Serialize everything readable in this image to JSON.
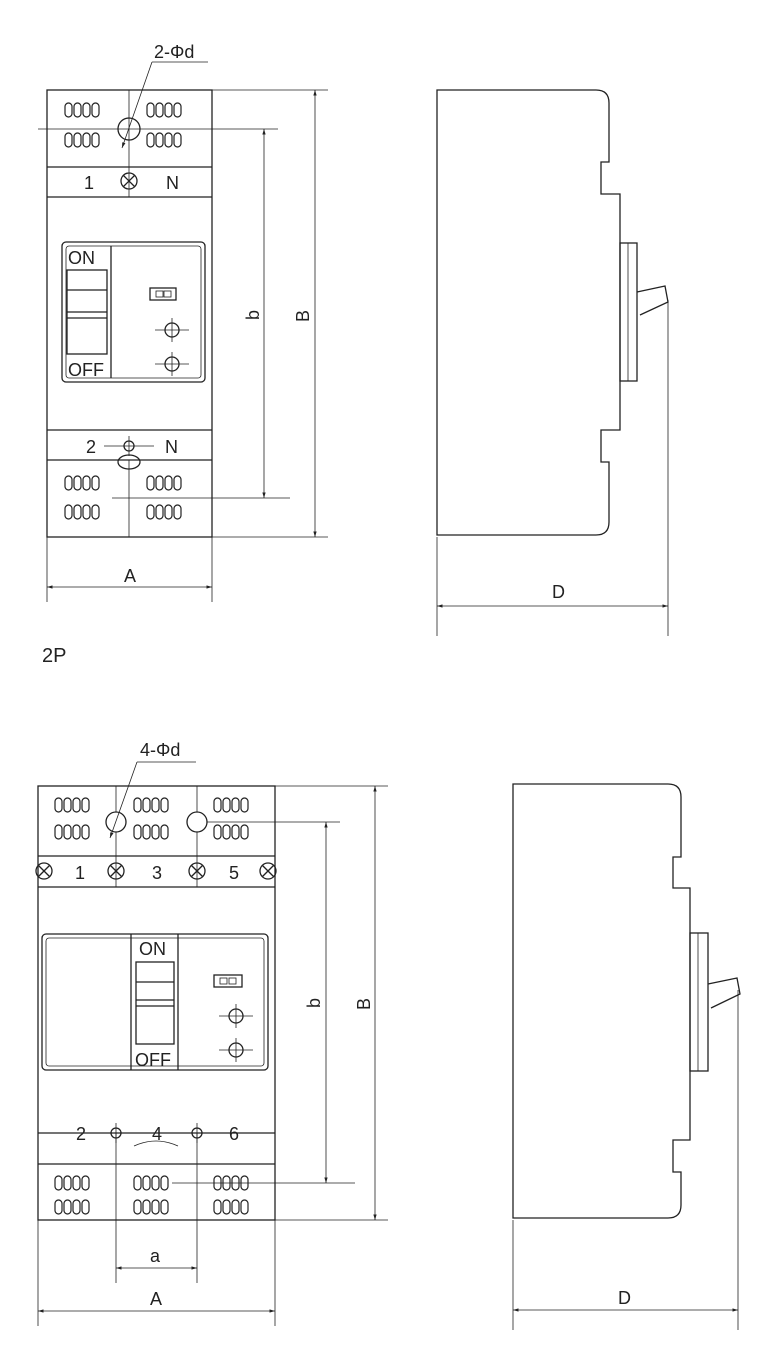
{
  "top_drawing": {
    "hole_label": "2-Φd",
    "terminal_top": [
      "1",
      "N"
    ],
    "terminal_bottom": [
      "2",
      "N"
    ],
    "on_label": "ON",
    "off_label": "OFF",
    "dim_width": "A",
    "dim_hole_spacing": "b",
    "dim_height": "B",
    "dim_depth": "D",
    "pole_label": "2P"
  },
  "bottom_drawing": {
    "hole_label": "4-Φd",
    "terminal_top": [
      "1",
      "3",
      "5"
    ],
    "terminal_bottom": [
      "2",
      "4",
      "6"
    ],
    "on_label": "ON",
    "off_label": "OFF",
    "dim_pole_pitch": "a",
    "dim_width": "A",
    "dim_hole_spacing": "b",
    "dim_height": "B",
    "dim_depth": "D"
  }
}
